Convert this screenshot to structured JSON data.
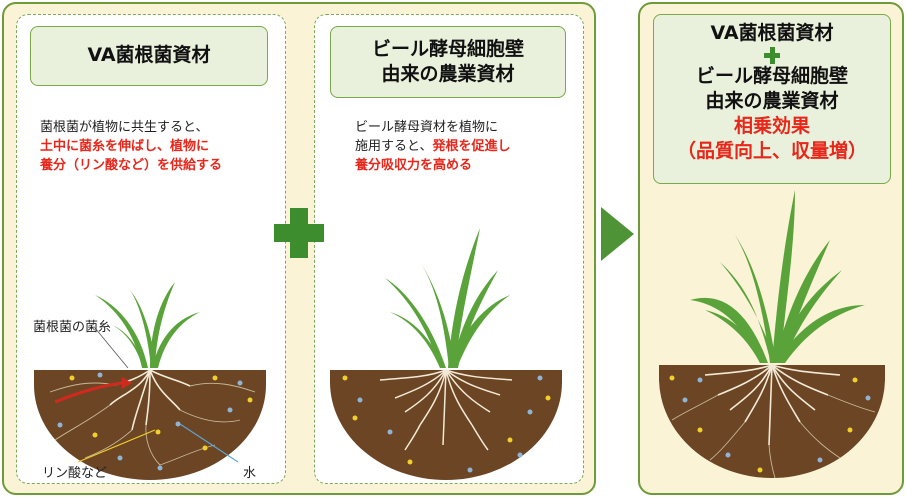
{
  "panel_left": {
    "title": "VA菌根菌資材",
    "desc_plain": "菌根菌が植物に共生すると、",
    "desc_red_1": "土中に菌糸を伸ばし、植物に",
    "desc_red_2": "養分（リン酸など）を供給する",
    "label_hyphae": "菌根菌の菌糸",
    "label_phosphate": "リン酸など",
    "label_water": "水"
  },
  "panel_middle": {
    "title_1": "ビール酵母細胞壁",
    "title_2": "由来の農業資材",
    "desc_plain_1": "ビール酵母資材を植物に",
    "desc_plain_2": "施用すると、",
    "desc_red_1": "発根を促進し",
    "desc_red_2": "養分吸収力を高める"
  },
  "panel_right": {
    "title_1": "VA菌根菌資材",
    "title_2": "ビール酵母細胞壁",
    "title_3": "由来の農業資材",
    "result_1": "相乗効果",
    "result_2": "（品質向上、収量増）"
  },
  "colors": {
    "accent_green": "#3d8c2d",
    "outer_border": "#6f9a3a",
    "outer_fill": "#faf3d6",
    "header_fill": "#e9f1dc",
    "highlight_red": "#e8261a",
    "soil": "#6b4524",
    "arrow_green": "#4e9436"
  },
  "icons": {
    "plus": "plus-icon",
    "arrow": "arrow-right-icon"
  }
}
